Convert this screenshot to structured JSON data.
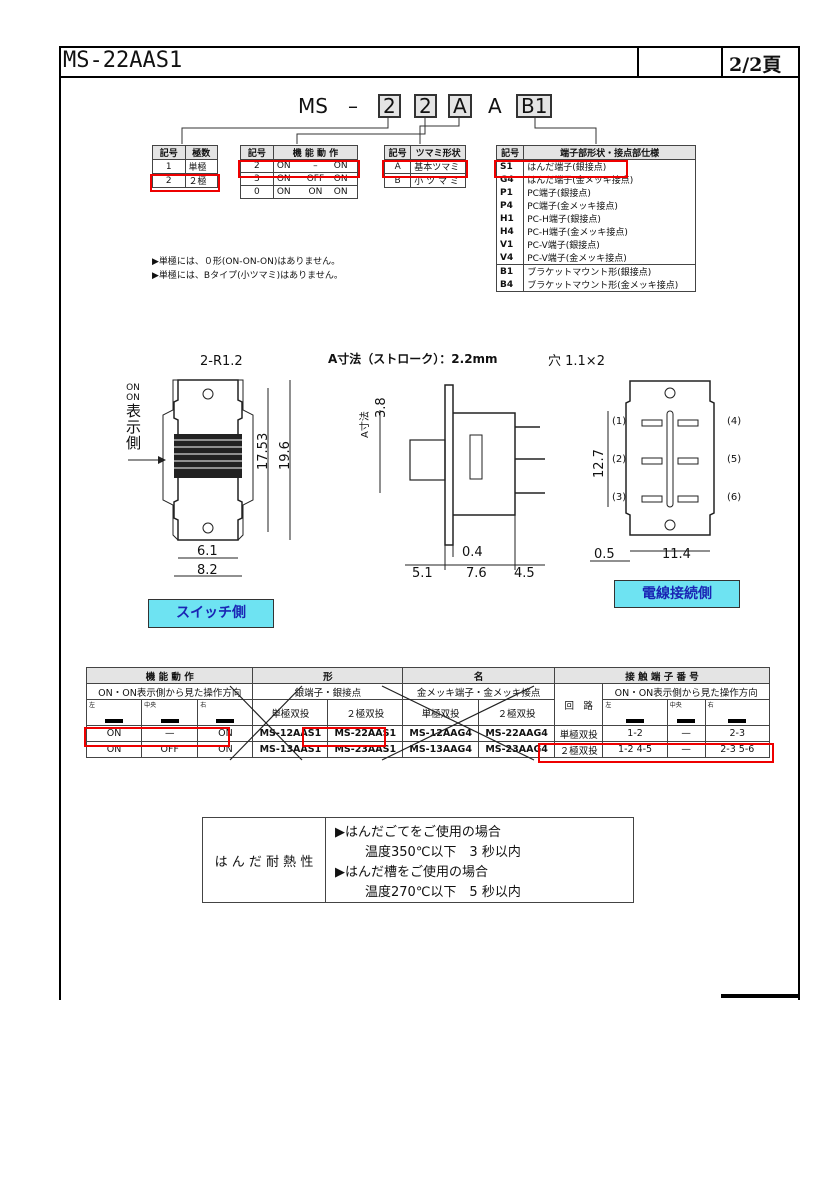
{
  "header": {
    "title": "MS-22AAS1",
    "page": "2/2頁"
  },
  "code": {
    "prefix": "MS",
    "dash": "–",
    "parts": [
      "2",
      "2",
      "A",
      "A",
      "B1"
    ]
  },
  "poles_table": {
    "headers": [
      "記号",
      "極数"
    ],
    "rows": [
      [
        "1",
        "単極"
      ],
      [
        "2",
        "２極"
      ]
    ]
  },
  "function_table": {
    "headers": [
      "記号",
      "機 能 動 作"
    ],
    "rows": [
      [
        "2",
        "ON",
        "–",
        "ON"
      ],
      [
        "3",
        "ON",
        "OFF",
        "ON"
      ],
      [
        "0",
        "ON",
        "ON",
        "ON"
      ]
    ]
  },
  "knob_table": {
    "headers": [
      "記号",
      "ツマミ形状"
    ],
    "rows": [
      [
        "A",
        "基本ツマミ"
      ],
      [
        "B",
        "小 ツ マ ミ"
      ]
    ]
  },
  "terminal_table": {
    "headers": [
      "記号",
      "端子部形状・接点部仕様"
    ],
    "rows": [
      [
        "S1",
        "はんだ端子(銀接点)"
      ],
      [
        "G4",
        "はんだ端子(金メッキ接点)"
      ],
      [
        "P1",
        "PC端子(銀接点)"
      ],
      [
        "P4",
        "PC端子(金メッキ接点)"
      ],
      [
        "H1",
        "PC-H端子(銀接点)"
      ],
      [
        "H4",
        "PC-H端子(金メッキ接点)"
      ],
      [
        "V1",
        "PC-V端子(銀接点)"
      ],
      [
        "V4",
        "PC-V端子(金メッキ接点)"
      ],
      [
        "B1",
        "ブラケットマウント形(銀接点)"
      ],
      [
        "B4",
        "ブラケットマウント形(金メッキ接点)"
      ]
    ]
  },
  "notes": [
    "▶単極には、０形(ON-ON-ON)はありません。",
    "▶単極には、Bタイプ(小ツマミ)はありません。"
  ],
  "drawing": {
    "stroke_label": "A寸法（ストローク）：2.2mm",
    "left": {
      "r": "2-R1.2",
      "vert_text": [
        "ON",
        "ON",
        "表",
        "示",
        "側"
      ],
      "d1": "17.53",
      "d2": "19.6",
      "d3": "6.1",
      "d4": "8.2"
    },
    "mid": {
      "d1": "3.8",
      "d2": "A寸法",
      "d3": "0.4",
      "d4": "5.1",
      "d5": "7.6",
      "d6": "4.5"
    },
    "right": {
      "hole": "穴 1.1×2",
      "d1": "12.7",
      "d2": "0.5",
      "d3": "11.4",
      "pins": [
        "(1)",
        "(2)",
        "(3)",
        "(4)",
        "(5)",
        "(6)"
      ]
    },
    "switch_side": "スイッチ側",
    "connection_side": "電線接続側"
  },
  "big_table": {
    "h_func": "機 能 動 作",
    "h_func_sub": "ON・ON表示側から見た操作方向",
    "h_form1": "形",
    "h_form2": "名",
    "h_term": "接 触 端 子 番 号",
    "h_term_sub": "ON・ON表示側から見た操作方向",
    "pos": [
      "左",
      "中央",
      "右"
    ],
    "silver": "銀端子・銀接点",
    "gold": "金メッキ端子・金メッキ接点",
    "single": "単極双投",
    "double": "２極双投",
    "circuit": "回　路",
    "rows": [
      {
        "f": [
          "ON",
          "—",
          "ON"
        ],
        "m": [
          "MS-12AAS1",
          "MS-22AAS1",
          "MS-12AAG4",
          "MS-22AAG4"
        ],
        "c": "単極双投",
        "t": [
          "1-2",
          "—",
          "2-3"
        ]
      },
      {
        "f": [
          "ON",
          "OFF",
          "ON"
        ],
        "m": [
          "MS-13AAS1",
          "MS-23AAS1",
          "MS-13AAG4",
          "MS-23AAG4"
        ],
        "c": "２極双投",
        "t": [
          "1-2  4-5",
          "—",
          "2-3  5-6"
        ]
      }
    ]
  },
  "solder": {
    "label": "は ん だ 耐 熱 性",
    "lines": [
      "▶はんだごてをご使用の場合",
      "温度350℃以下　3 秒以内",
      "▶はんだ槽をご使用の場合",
      "温度270℃以下　5 秒以内"
    ]
  }
}
